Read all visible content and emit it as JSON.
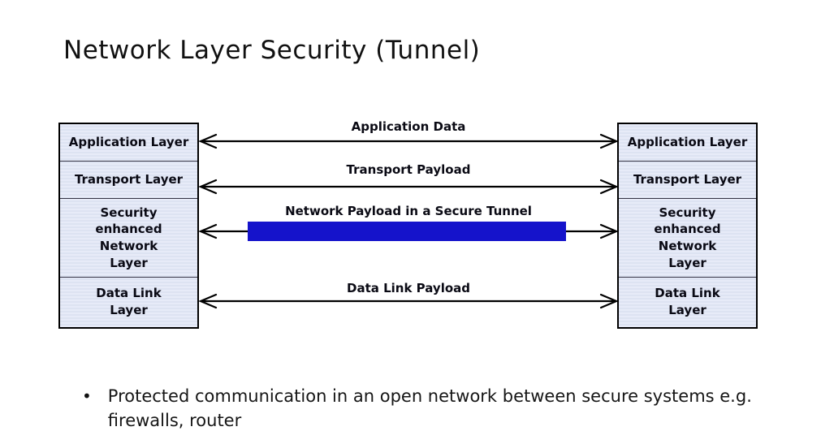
{
  "title": "Network Layer Security (Tunnel)",
  "stack_layers": [
    "Application Layer",
    "Transport Layer",
    "Security\nenhanced\nNetwork\nLayer",
    "Data Link\nLayer"
  ],
  "arrows": [
    {
      "label": "Application Data"
    },
    {
      "label": "Transport Payload"
    },
    {
      "label": "Network Payload in a Secure Tunnel"
    },
    {
      "label": "Data Link Payload"
    }
  ],
  "bullet": {
    "marker": "•",
    "text": "Protected communication in an open network between secure systems e.g. firewalls, router"
  },
  "colors": {
    "tunnel_blue": "#1513cb",
    "stack_fill_light": "#e7ebf8",
    "stack_fill_dark": "#dde3f2",
    "stack_border": "#000000",
    "arrow_black": "#000000"
  }
}
